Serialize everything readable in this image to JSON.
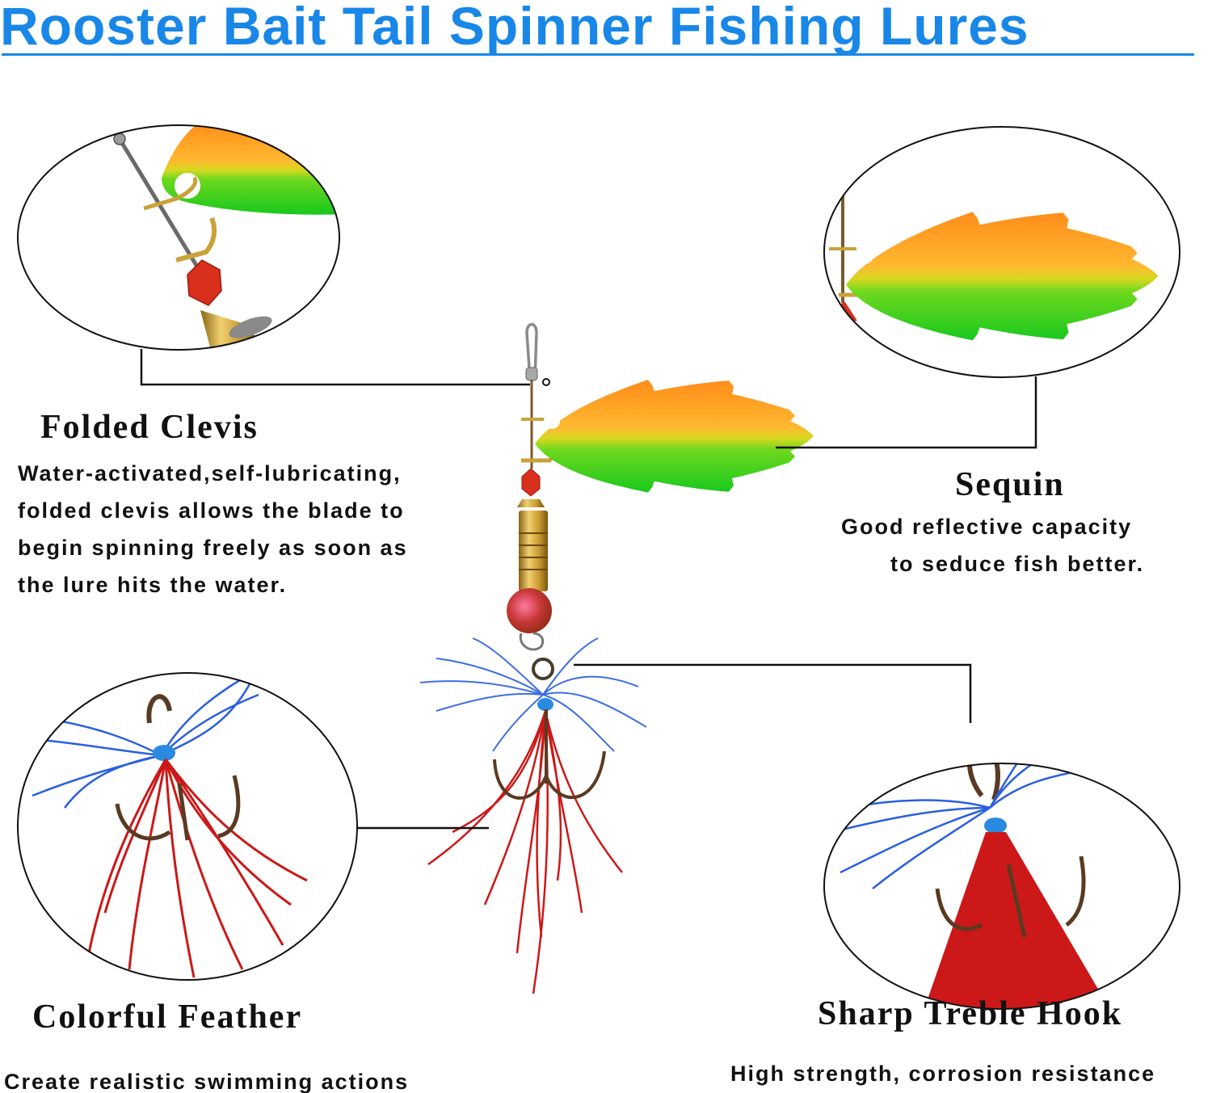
{
  "page": {
    "title": "Rooster Bait Tail Spinner Fishing Lures",
    "accent_color": "#1887e8"
  },
  "features": {
    "folded_clevis": {
      "heading": "Folded Clevis",
      "lines": [
        "Water-activated,self-lubricating,",
        "folded clevis allows the blade to",
        "begin spinning freely as soon as",
        "the lure hits the water."
      ]
    },
    "sequin": {
      "heading": "Sequin",
      "lines": [
        "Good reflective capacity",
        "to seduce fish better."
      ]
    },
    "colorful_feather": {
      "heading": "Colorful Feather",
      "lines": [
        "Create realistic swimming actions"
      ]
    },
    "sharp_treble_hook": {
      "heading": "Sharp Treble Hook",
      "lines": [
        "High strength, corrosion resistance"
      ]
    }
  },
  "colors": {
    "blade_top": "#ff9a2a",
    "blade_mid": "#e8d020",
    "blade_bottom": "#22cc22",
    "bead_red": "#d8301c",
    "brass": "#c9a23a",
    "feather_blue": "#2a5fe0",
    "feather_red": "#cc1818"
  }
}
